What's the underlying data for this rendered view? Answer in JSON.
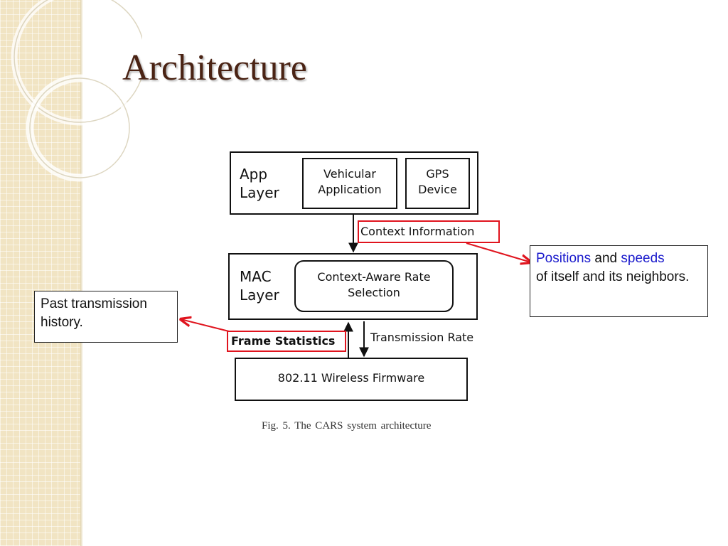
{
  "slide": {
    "title": "Architecture"
  },
  "diagram": {
    "app_layer": {
      "label_line1": "App",
      "label_line2": "Layer"
    },
    "vehicular_application": {
      "line1": "Vehicular",
      "line2": "Application"
    },
    "gps_device": {
      "line1": "GPS",
      "line2": "Device"
    },
    "context_information": "Context Information",
    "mac_layer": {
      "label_line1": "MAC",
      "label_line2": "Layer"
    },
    "rate_selection": {
      "line1": "Context-Aware Rate",
      "line2": "Selection"
    },
    "frame_statistics": "Frame Statistics",
    "transmission_rate": "Transmission Rate",
    "firmware": "802.11 Wireless Firmware",
    "caption": "Fig. 5.   The CARS system architecture"
  },
  "callouts": {
    "right": {
      "positions": "Positions",
      "and": " and ",
      "speeds": "speeds",
      "rest": "of itself and its neighbors.",
      "highlight_color": "#1a1acc"
    },
    "left": {
      "text": "Past transmission history."
    }
  },
  "colors": {
    "title": "#4a2314",
    "annotation_red": "#e0141e",
    "strip": "#f1e4c3"
  }
}
